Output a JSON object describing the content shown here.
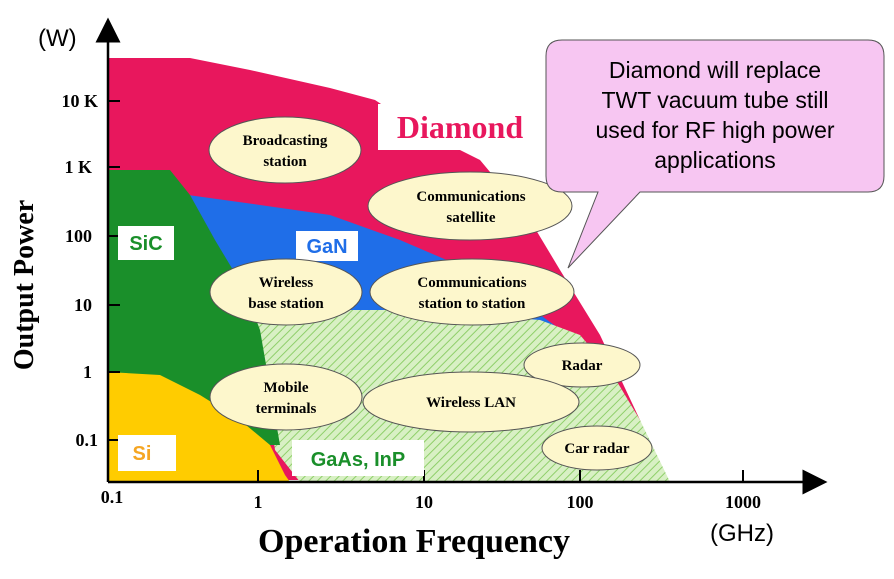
{
  "axes": {
    "y_unit": "(W)",
    "y_title": "Output Power",
    "y_ticks": [
      "10 K",
      "1 K",
      "100",
      "10",
      "1",
      "0.1"
    ],
    "x_title": "Operation Frequency",
    "x_unit": "(GHz)",
    "x_ticks": [
      "0.1",
      "1",
      "10",
      "100",
      "1000"
    ]
  },
  "regions": {
    "diamond": {
      "label": "Diamond",
      "color": "#e8175d"
    },
    "gan": {
      "label": "GaN",
      "color": "#1f6ee8"
    },
    "sic": {
      "label": "SiC",
      "color": "#1a8f2a"
    },
    "si": {
      "label": "Si",
      "color": "#ffcc00"
    },
    "gaas": {
      "label": "GaAs, InP",
      "color": "#c8eab0"
    }
  },
  "applications": {
    "broadcasting": {
      "line1": "Broadcasting",
      "line2": "station"
    },
    "comm_satellite": {
      "line1": "Communications",
      "line2": "satellite"
    },
    "wireless_base": {
      "line1": "Wireless",
      "line2": "base station"
    },
    "comm_station": {
      "line1": "Communications",
      "line2": "station to station"
    },
    "radar": {
      "line1": "Radar"
    },
    "mobile": {
      "line1": "Mobile",
      "line2": "terminals"
    },
    "wireless_lan": {
      "line1": "Wireless LAN"
    },
    "car_radar": {
      "line1": "Car radar"
    }
  },
  "callout": {
    "line1": "Diamond will replace",
    "line2": "TWT vacuum tube still",
    "line3": "used for RF high power",
    "line4": "applications",
    "color": "#f7c6f2"
  }
}
